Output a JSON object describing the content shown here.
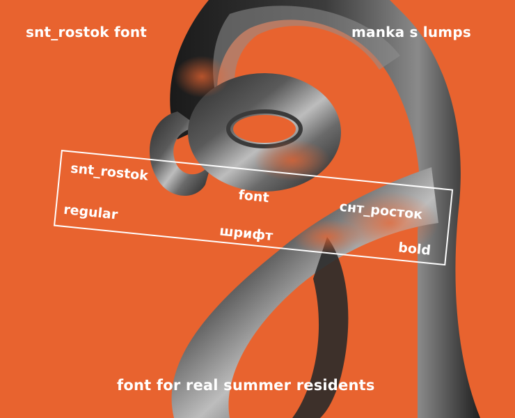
{
  "poster": {
    "background_color": "#e8632f",
    "text_color": "#ffffff",
    "glyph_description": "large chrome 3D lowercase letter a"
  },
  "header": {
    "top_left": "snt_rostok font",
    "top_right": "manka s lumps"
  },
  "frame": {
    "top_left": "snt_rostok",
    "top_center": "font",
    "top_right": "снт_росток",
    "bottom_left": "regular",
    "bottom_center": "шрифт",
    "bottom_right": "bold"
  },
  "footer": {
    "tagline": "font for real summer residents"
  }
}
